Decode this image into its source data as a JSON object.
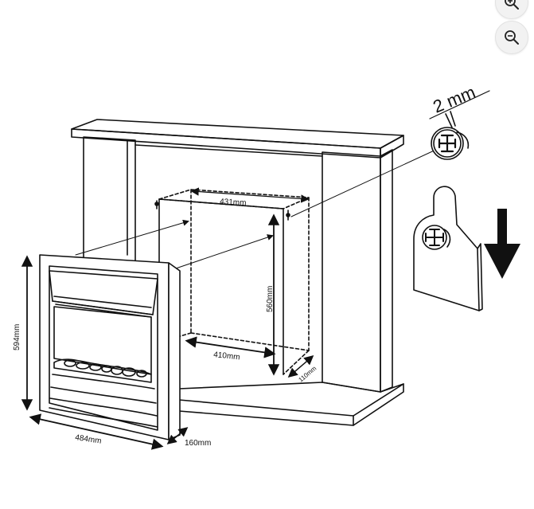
{
  "viewer": {
    "zoom_in_icon": "zoom-in-icon",
    "zoom_out_icon": "zoom-out-icon"
  },
  "diagram": {
    "screw_label": "2 mm",
    "opening_width": "431mm",
    "opening_height": "560mm",
    "opening_inner_width": "410mm",
    "opening_depth": "110mm",
    "fire_height": "594mm",
    "fire_width": "484mm",
    "fire_depth": "160mm",
    "line_color": "#111111"
  }
}
